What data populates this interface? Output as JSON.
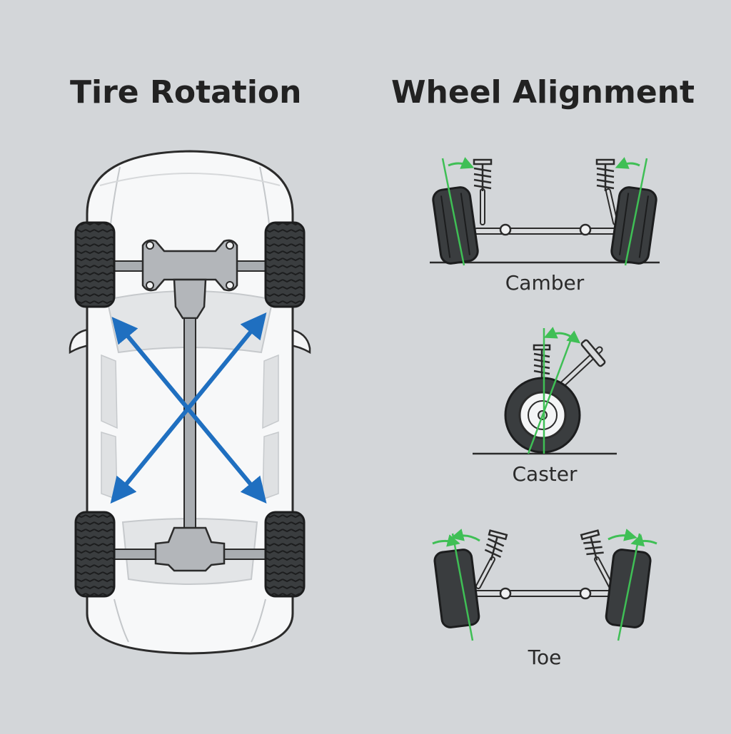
{
  "tire_rotation": {
    "title": "Tire Rotation"
  },
  "wheel_alignment": {
    "title": "Wheel Alignment",
    "diagrams": [
      {
        "label": "Camber"
      },
      {
        "label": "Caster"
      },
      {
        "label": "Toe"
      }
    ]
  },
  "colors": {
    "background": "#d3d6d9",
    "car_body": "#f7f8f9",
    "outline": "#2b2b2b",
    "tire": "#3a3d3f",
    "arrow_blue": "#1f6fc0",
    "guide_green": "#3fbf55",
    "metal_gray": "#a9adb1"
  }
}
